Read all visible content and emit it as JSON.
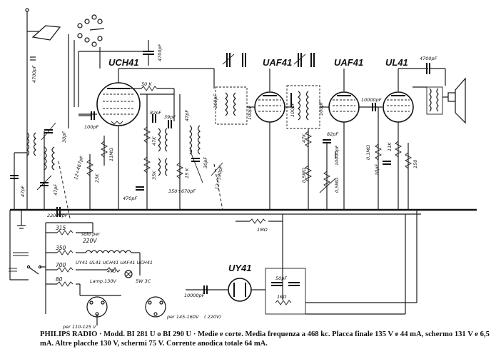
{
  "tubes": {
    "uch41": "UCH41",
    "uaf41_a": "UAF41",
    "uaf41_b": "UAF41",
    "ul41": "UL41",
    "uy41": "UY41"
  },
  "components": {
    "c_4700_left": "4700pF",
    "c_4700_top": "4700pF",
    "c_4700_out": "4700pF",
    "r_50k": "50 K",
    "c_100pf": "100pF",
    "c_82pf": "82pF",
    "c_39pf": "39pF",
    "c_47pf_osc": "47pF",
    "c_30pf": "30pF",
    "c_47pf_ant": "47pF",
    "c_12_467": "12÷467pF",
    "r_23k": "23K",
    "r_11m": "11MΩ",
    "r_47k": "47K",
    "c_470pf": "470pF",
    "r_35k": "35K",
    "c_350_670": "350÷670pF",
    "r_15k": "15 K",
    "c_30pf_b": "30pF",
    "c_12_590": "12÷590pF",
    "c_100pf_if": "100pF",
    "c_10000pf": "10000pF",
    "r_47k_b": "47K",
    "c_82pf_b": "82pF",
    "r_05m": "0,5MΩ",
    "r_01m": "0,1MΩ",
    "c_47pf_b": "47pF",
    "r_11": "11K",
    "c_10uf": "10µF",
    "r_150": "150",
    "c_22000": "22000pF",
    "r_1m": "1MΩ",
    "r_315": "315",
    "r_350": "350",
    "r_700": "700",
    "r_80": "80",
    "r_470": "470",
    "c_10000_b": "10000pF",
    "c_50pf": "50pF",
    "r_1k": "1KΩ"
  },
  "notes": {
    "solo_per": "solo per",
    "v220": "220V",
    "heaters": "UY41 UL41 UCH41 UAF41 UCH41",
    "lamp": "Lamp.130V",
    "lamp_spec": "5W 3C",
    "per_110": "per 110-125 V",
    "per_145": "per 145-160V",
    "v220_paren": "( 220V)"
  },
  "caption": "PHILIPS RADIO · Modd. BI 281 U o BI 290 U · Medie e corte. Media frequenza a 468 kc. Placca finale 135 V e 44 mA, schermo 131 V e 6,5 mA. Altre placche 130 V, schermi 75 V. Corrente anodica totale 64 mA."
}
